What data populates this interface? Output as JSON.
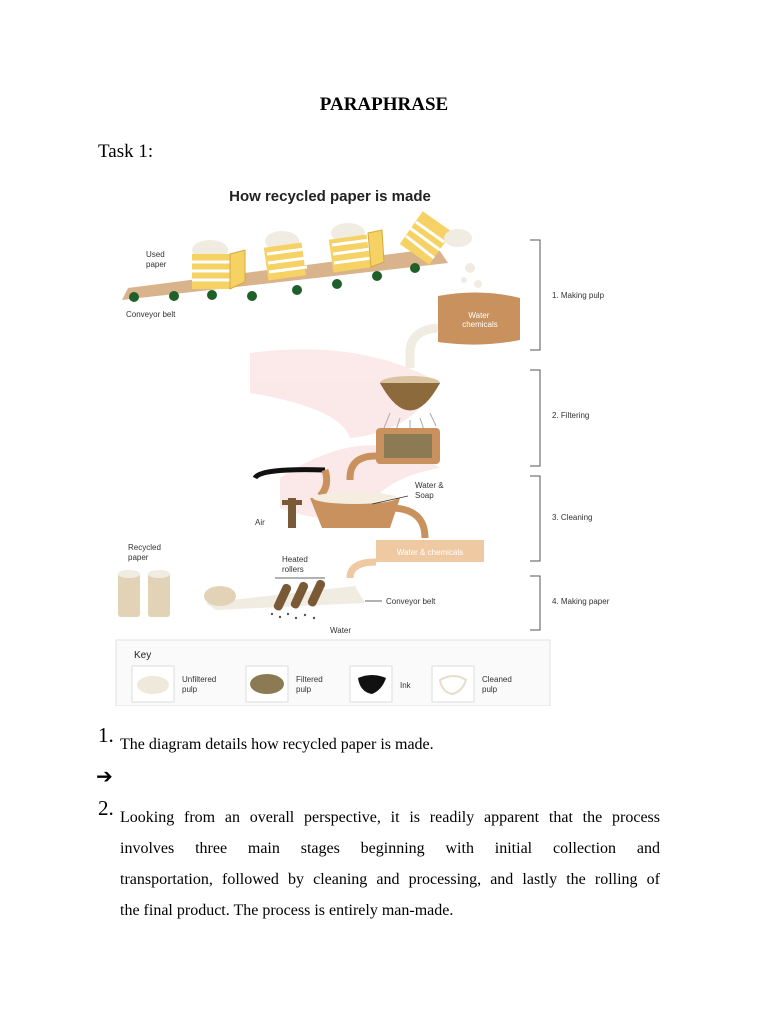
{
  "document": {
    "heading": "PARAPHRASE",
    "task_label": "Task 1:"
  },
  "diagram": {
    "title": "How recycled paper is made",
    "labels": {
      "used_paper": [
        "Used",
        "paper"
      ],
      "conveyor_belt_top": "Conveyor belt",
      "water_chemicals_tank": [
        "Water",
        "chemicals"
      ],
      "water_soap": [
        "Water &",
        "Soap"
      ],
      "air": "Air",
      "water_chemicals_pipe": "Water & chemicals",
      "recycled_paper": [
        "Recycled",
        "paper"
      ],
      "heated_rollers": [
        "Heated",
        "rollers"
      ],
      "conveyor_belt_bottom": "Conveyor belt",
      "water": "Water"
    },
    "stages": [
      "1. Making pulp",
      "2. Filtering",
      "3. Cleaning",
      "4. Making paper"
    ],
    "key": {
      "title": "Key",
      "items": [
        {
          "label": [
            "Unfiltered",
            "pulp"
          ]
        },
        {
          "label": [
            "Filtered",
            "pulp"
          ]
        },
        {
          "label": [
            "Ink"
          ]
        },
        {
          "label": [
            "Cleaned",
            "pulp"
          ]
        }
      ]
    },
    "colors": {
      "crate": "#f6d163",
      "belt": "#d9b38c",
      "tank": "#c8915e",
      "roller": "#7a5a36",
      "key_border": "#e2e2e2"
    }
  },
  "items": [
    {
      "number": "1.",
      "text": "The diagram details how recycled paper is made."
    },
    {
      "arrow": "➔"
    },
    {
      "number": "2.",
      "lines": [
        "Looking from an overall perspective, it is readily apparent that the process",
        "involves three main stages beginning with initial collection and",
        "transportation, followed by cleaning and processing, and lastly the rolling of",
        "the final product. The process is entirely man-made."
      ]
    }
  ]
}
